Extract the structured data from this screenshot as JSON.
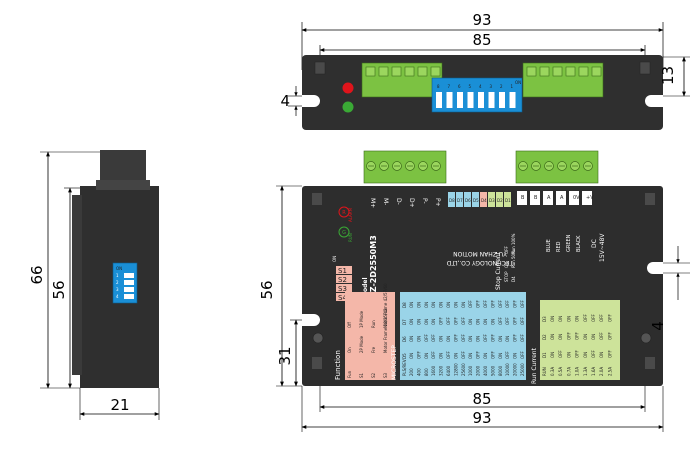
{
  "dimensions": {
    "top_overall_width": "93",
    "top_hole_spacing": "85",
    "top_left_offset": "4",
    "top_right_height": "13",
    "side_height_total": "66",
    "side_height_inner": "56",
    "side_width": "21",
    "front_height": "56",
    "front_height_lower": "31",
    "front_bottom_inner": "85",
    "front_bottom_overall": "93",
    "front_right_offset": "4"
  },
  "front_panel": {
    "model_label": "Model",
    "model_number": "YZ-2D2550M3",
    "company_line1": "YU ZHAN MOTION",
    "company_line2": "TECHNOLOGY CO.,LTD",
    "led_labels": [
      "R",
      "G"
    ],
    "led_sublabels": [
      "ALARM",
      "RUN"
    ],
    "top_pins_left": [
      "M+",
      "M-",
      "D-",
      "D+",
      "P-",
      "P+"
    ],
    "top_pins_right": [
      "B",
      "B",
      "A",
      "A",
      "0V",
      "+V"
    ],
    "wire_labels": [
      "BLUE",
      "RED",
      "GREEN",
      "BLACK"
    ],
    "dc_label": "DC",
    "dc_voltage": "15V~48V",
    "switch_labels": [
      "S1",
      "S2",
      "S3",
      "S4"
    ],
    "switch_on_label": "ON",
    "function_title": "Function",
    "microstep_title": "MICROSTEP",
    "run_current_title": "Run Current",
    "stop_current_title": "Stop Current",
    "dip_row_labels": [
      "D8",
      "D7",
      "D6",
      "D5",
      "D4",
      "D3",
      "D2",
      "D1"
    ],
    "function_rows": [
      [
        "Off",
        "On",
        "Fun"
      ],
      [
        "1P Mode",
        "2P Mode",
        "S1"
      ],
      [
        "Run",
        "Fre",
        "S2"
      ],
      [
        "Motor Frame 42/57/60",
        "Motor Frame 28/35/42",
        "S3"
      ]
    ],
    "microstep_header": [
      "PLS/REV",
      "D5",
      "D6",
      "D7",
      "D8"
    ],
    "microstep_rows": [
      [
        "200",
        "ON",
        "ON",
        "ON",
        "ON"
      ],
      [
        "400",
        "OFF",
        "ON",
        "ON",
        "ON"
      ],
      [
        "800",
        "ON",
        "OFF",
        "ON",
        "ON"
      ],
      [
        "1600",
        "OFF",
        "OFF",
        "ON",
        "ON"
      ],
      [
        "3200",
        "ON",
        "ON",
        "OFF",
        "ON"
      ],
      [
        "6400",
        "OFF",
        "ON",
        "OFF",
        "ON"
      ],
      [
        "12800",
        "ON",
        "OFF",
        "OFF",
        "ON"
      ],
      [
        "25600",
        "OFF",
        "OFF",
        "OFF",
        "ON"
      ],
      [
        "1000",
        "ON",
        "ON",
        "ON",
        "OFF"
      ],
      [
        "2000",
        "OFF",
        "ON",
        "ON",
        "OFF"
      ],
      [
        "4000",
        "ON",
        "OFF",
        "ON",
        "OFF"
      ],
      [
        "5000",
        "OFF",
        "OFF",
        "ON",
        "OFF"
      ],
      [
        "8000",
        "ON",
        "ON",
        "OFF",
        "OFF"
      ],
      [
        "10000",
        "OFF",
        "ON",
        "OFF",
        "OFF"
      ],
      [
        "20000",
        "ON",
        "OFF",
        "OFF",
        "OFF"
      ],
      [
        "25000",
        "OFF",
        "OFF",
        "OFF",
        "OFF"
      ]
    ],
    "run_current_header": [
      "RUN",
      "D1",
      "D2",
      "D3"
    ],
    "run_current_rows": [
      [
        "0.3A",
        "ON",
        "ON",
        "ON"
      ],
      [
        "0.5A",
        "OFF",
        "ON",
        "ON"
      ],
      [
        "0.7A",
        "ON",
        "OFF",
        "ON"
      ],
      [
        "1.0A",
        "OFF",
        "OFF",
        "ON"
      ],
      [
        "1.3A",
        "ON",
        "ON",
        "OFF"
      ],
      [
        "1.6A",
        "OFF",
        "ON",
        "OFF"
      ],
      [
        "2.0A",
        "ON",
        "OFF",
        "OFF"
      ],
      [
        "2.5A",
        "OFF",
        "OFF",
        "OFF"
      ]
    ],
    "stop_current_rows": [
      [
        "STOP",
        "ON",
        "OFF"
      ],
      [
        "D4",
        "Run 50%",
        "Run 100%"
      ]
    ]
  },
  "top_dip_numbers": [
    "8",
    "7",
    "6",
    "5",
    "4",
    "3",
    "2",
    "1"
  ],
  "top_dip_on": "ON",
  "side_dip_numbers": [
    "1",
    "2",
    "3",
    "4"
  ],
  "side_dip_on": "ON",
  "colors": {
    "body": "#2d2d2d",
    "terminal_green": "#7cc242",
    "dip_blue": "#1a8fd6",
    "led_red": "#e0141b",
    "led_green": "#3aa935",
    "table_pink": "#f4b7a9",
    "table_blue": "#9ad4e8",
    "table_green": "#cde39a"
  }
}
